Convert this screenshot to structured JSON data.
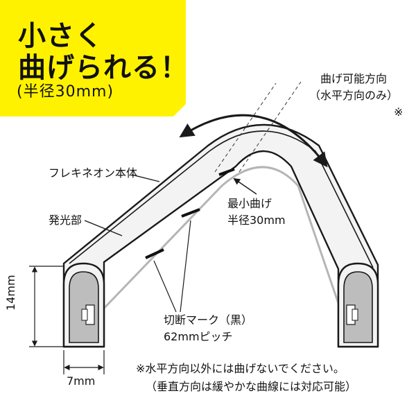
{
  "headline": {
    "line1": "小さく",
    "line2": "曲げられる！",
    "line3": "(半径30mm)"
  },
  "labels": {
    "bend_direction_1": "曲げ可能方向",
    "bend_direction_2": "（水平方向のみ）",
    "bend_direction_mark": "※",
    "neon_body": "フレキネオン本体",
    "emitter": "発光部",
    "min_bend_1": "最小曲げ",
    "min_bend_2": "半径30mm",
    "cut_mark_1": "切断マーク（黒）",
    "cut_mark_2": "62mmピッチ",
    "dim_height": "14mm",
    "dim_width": "7mm"
  },
  "notes": {
    "line1": "※水平方向以外には曲げないでください。",
    "line2": "（垂直方向は緩やかな曲線には対応可能）"
  },
  "colors": {
    "badge_yellow": "#FFF200",
    "outline": "#1a1a1a",
    "tube_fill": "#f2f2f2",
    "inner_gray": "#b5b5b5"
  }
}
